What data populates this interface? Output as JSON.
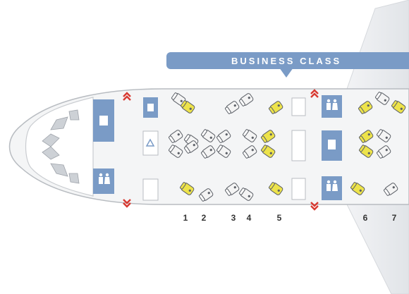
{
  "cabin": {
    "class_label": "BUSINESS CLASS"
  },
  "rows": [
    {
      "label": "1"
    },
    {
      "label": "2"
    },
    {
      "label": "3"
    },
    {
      "label": "4"
    },
    {
      "label": "5"
    },
    {
      "label": "6"
    },
    {
      "label": "7"
    }
  ],
  "colors": {
    "fuselage": "#f4f5f6",
    "outline": "#b8bcc1",
    "wing": "#eceef0",
    "facility": "#7a9bc6",
    "seat_available": "#f4f4f4",
    "seat_highlight": "#ede34a",
    "exit_marker": "#d83a32"
  }
}
